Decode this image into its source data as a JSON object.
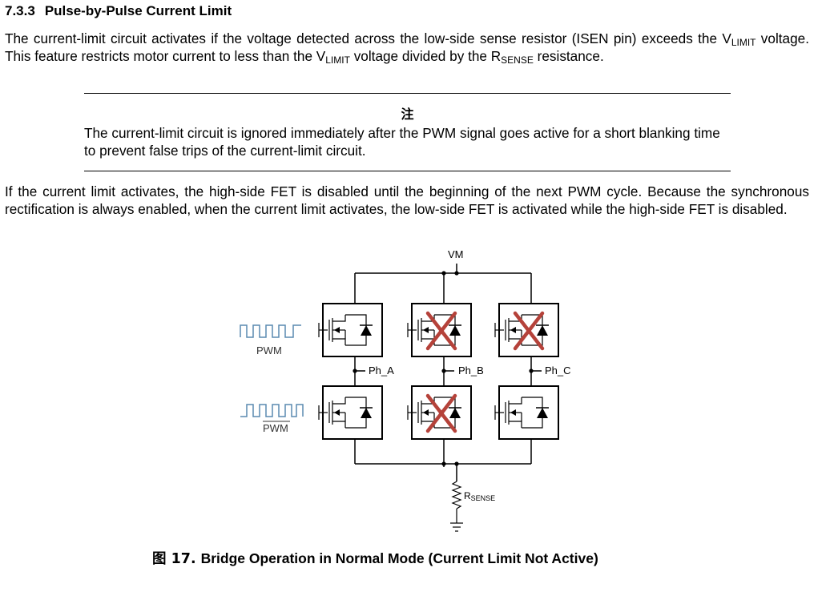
{
  "section": {
    "number": "7.3.3",
    "title": "Pulse-by-Pulse Current Limit"
  },
  "para1": {
    "t1": "The current-limit circuit activates if the voltage detected across the low-side sense resistor (ISEN pin) exceeds the V",
    "sub1": "LIMIT",
    "t2": " voltage. This feature restricts motor current to less than the V",
    "sub2": "LIMIT",
    "t3": " voltage divided by the R",
    "sub3": "SENSE",
    "t4": " resistance."
  },
  "note": {
    "label": "注",
    "text": "The current-limit circuit is ignored immediately after the PWM signal goes active for a short blanking time to prevent false trips of the current-limit circuit."
  },
  "para2": "If the current limit activates, the high-side FET is disabled until the beginning of the next PWM cycle. Because the synchronous rectification is always enabled, when the current limit activates, the low-side FET is activated while the high-side FET is disabled.",
  "figure": {
    "vm_label": "VM",
    "pwm_label": "PWM",
    "pwm_bar_label": "PWM",
    "phases": [
      "Ph_A",
      "Ph_B",
      "Ph_C"
    ],
    "rsense_main": "R",
    "rsense_sub": "SENSE",
    "wave_color": "#5a8ab0",
    "cross_color": "#b5423a",
    "disabled_fets": [
      "high-b",
      "high-c",
      "low-b"
    ],
    "caption_prefix": "图 17.",
    "caption_text": "Bridge Operation in Normal Mode (Current Limit Not Active)"
  }
}
